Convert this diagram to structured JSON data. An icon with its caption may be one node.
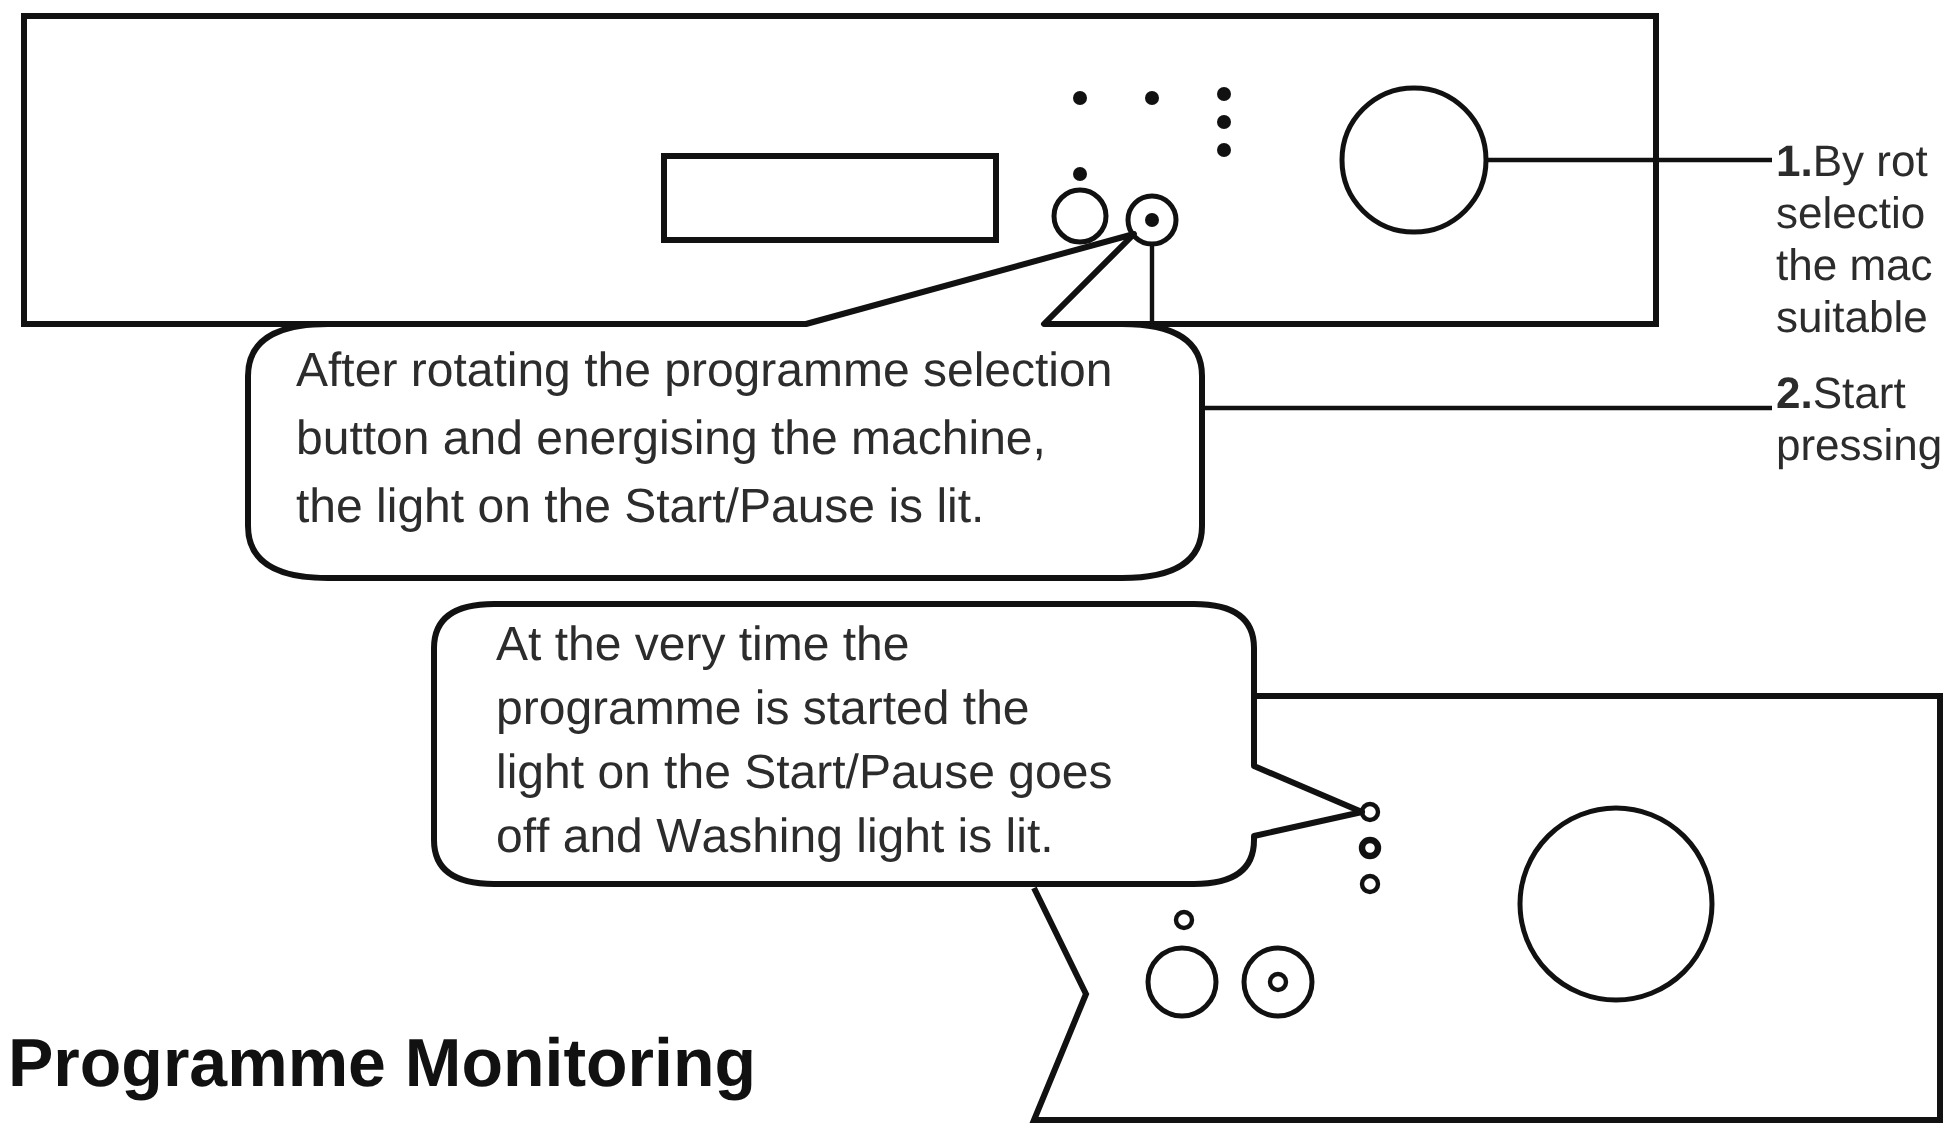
{
  "diagram": {
    "nodes": [
      {
        "text": [],
        "shape": "circle"
      },
      {
        "text": [],
        "shape": "circle"
      },
      {
        "text": [
          "**1.**By rot selectio the mac suitable"
        ]
      },
      {
        "text": [
          "After rotating the programme selection button and energising the machine, the light on the Start/Pause is lit."
        ]
      },
      {
        "text": [
          "**2.**Start pressing"
        ]
      },
      {
        "text": [
          "At the very time the programme is started the light on the Start/Pause goes off and Washing light is lit."
        ]
      }
    ],
    "edges": [
      {
        "from": 2,
        "to": 1,
        "arrow": "none"
      },
      {
        "from": 4,
        "to": 0,
        "arrow": "none"
      }
    ],
    "labels": [
      "Programme Monitoring"
    ]
  }
}
